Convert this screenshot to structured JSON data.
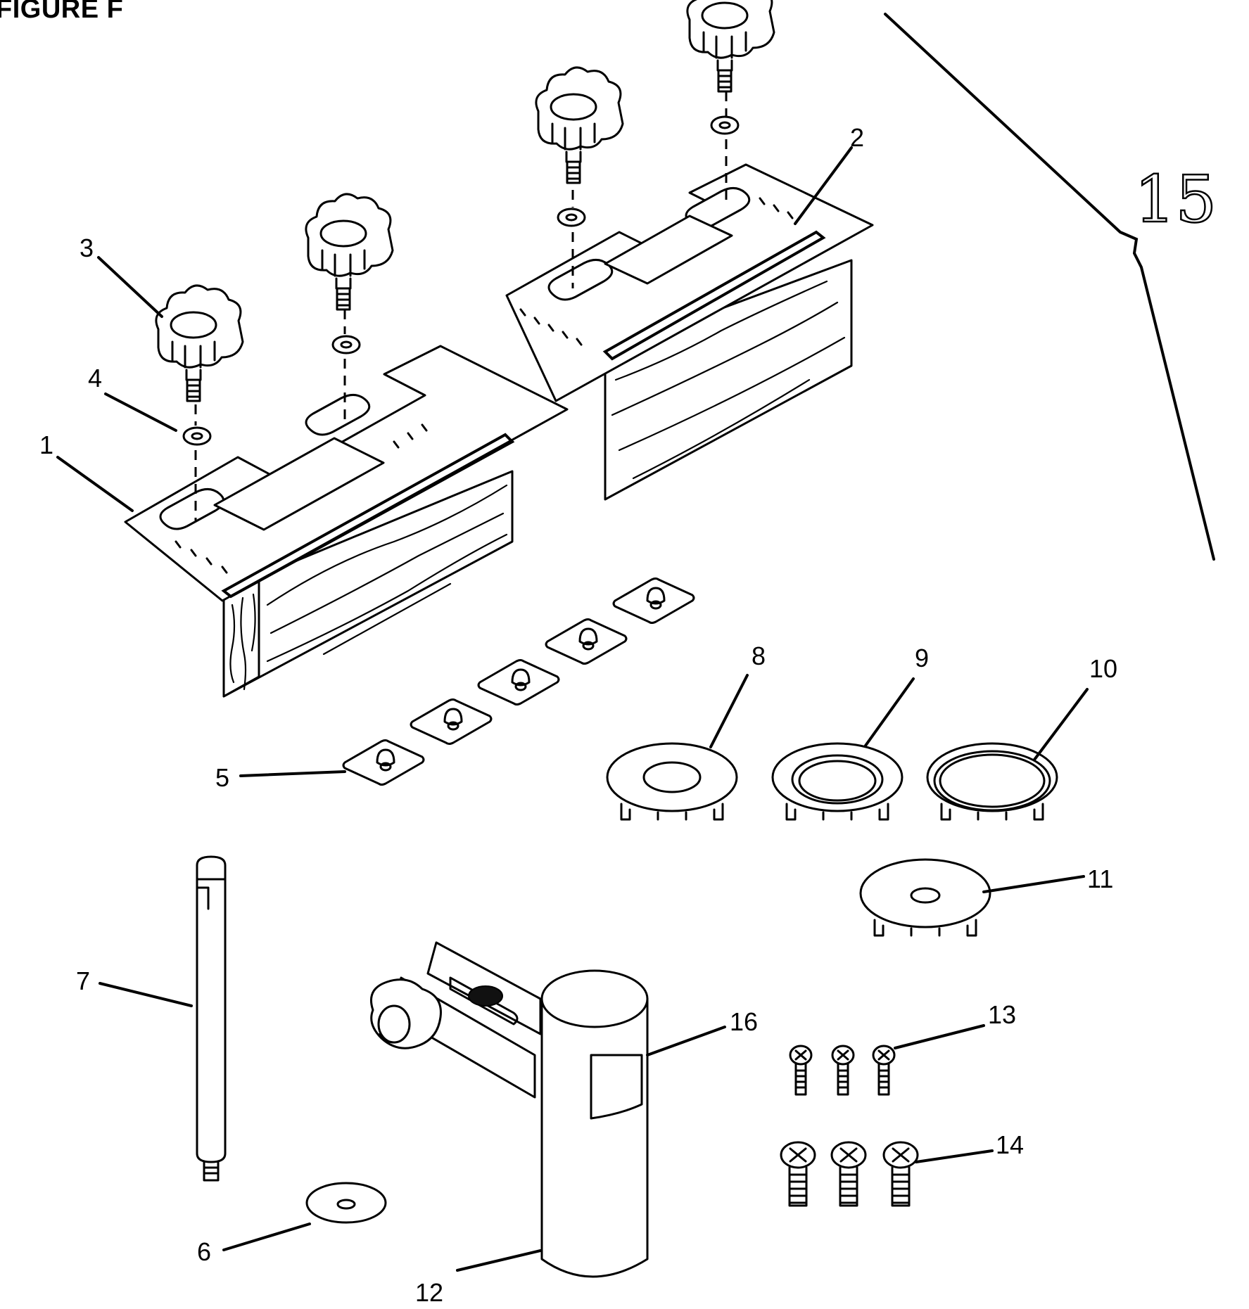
{
  "figure": {
    "title": "FIGURE F",
    "page_mark": "15"
  },
  "callouts": {
    "c1": "1",
    "c2": "2",
    "c3": "3",
    "c4": "4",
    "c5": "5",
    "c6": "6",
    "c7": "7",
    "c8": "8",
    "c9": "9",
    "c10": "10",
    "c11": "11",
    "c12": "12",
    "c13": "13",
    "c14": "14",
    "c16": "16"
  },
  "icons": {
    "knob": "knob-icon",
    "washer": "washer-icon",
    "screw": "screw-icon"
  }
}
